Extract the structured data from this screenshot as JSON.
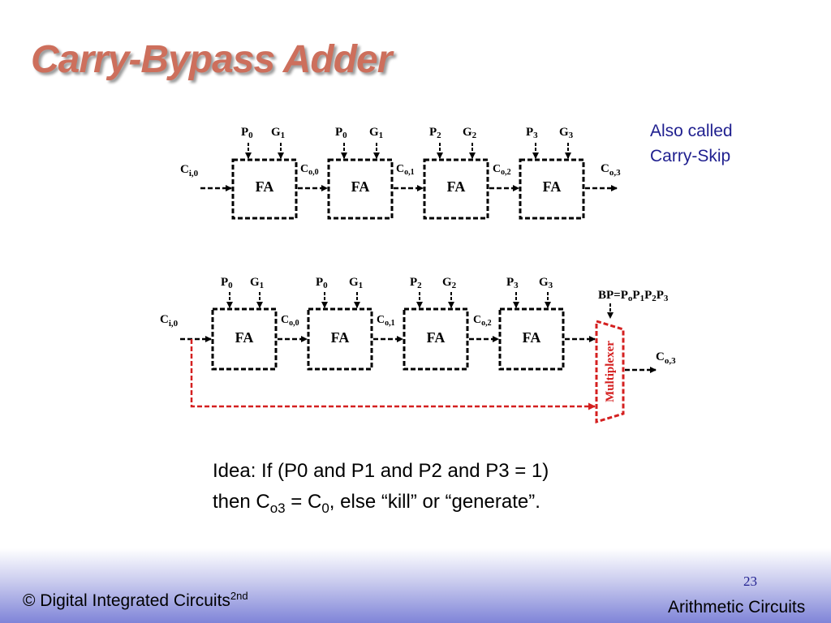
{
  "slide": {
    "title": "Carry-Bypass Adder",
    "note_line1": "Also called",
    "note_line2": "Carry-Skip"
  },
  "diagram": {
    "fa_label": "FA",
    "top_row": {
      "inputs": [
        {
          "p": "P",
          "p_sub": "0",
          "g": "G",
          "g_sub": "1"
        },
        {
          "p": "P",
          "p_sub": "0",
          "g": "G",
          "g_sub": "1"
        },
        {
          "p": "P",
          "p_sub": "2",
          "g": "G",
          "g_sub": "2"
        },
        {
          "p": "P",
          "p_sub": "3",
          "g": "G",
          "g_sub": "3"
        }
      ],
      "carry_in": {
        "main": "C",
        "sub": "i,0"
      },
      "carries": [
        {
          "main": "C",
          "sub": "o,0"
        },
        {
          "main": "C",
          "sub": "o,1"
        },
        {
          "main": "C",
          "sub": "o,2"
        }
      ],
      "carry_out": {
        "main": "C",
        "sub": "o,3"
      }
    },
    "bottom_row": {
      "inputs": [
        {
          "p": "P",
          "p_sub": "0",
          "g": "G",
          "g_sub": "1"
        },
        {
          "p": "P",
          "p_sub": "0",
          "g": "G",
          "g_sub": "1"
        },
        {
          "p": "P",
          "p_sub": "2",
          "g": "G",
          "g_sub": "2"
        },
        {
          "p": "P",
          "p_sub": "3",
          "g": "G",
          "g_sub": "3"
        }
      ],
      "carry_in": {
        "main": "C",
        "sub": "i,0"
      },
      "carries": [
        {
          "main": "C",
          "sub": "o,0"
        },
        {
          "main": "C",
          "sub": "o,1"
        },
        {
          "main": "C",
          "sub": "o,2"
        }
      ],
      "carry_out": {
        "main": "C",
        "sub": "o,3"
      },
      "bp": {
        "prefix": "BP=P",
        "s0": "o",
        "p1": "P",
        "s1": "1",
        "p2": "P",
        "s2": "2",
        "p3": "P",
        "s3": "3"
      },
      "mux_label": "Multiplexer"
    },
    "colors": {
      "bypass": "#d42020",
      "title": "#cd6f5c",
      "note": "#1f1f8f"
    }
  },
  "idea": {
    "line1": "Idea: If (P0 and P1 and P2 and P3 = 1)",
    "line2_a": "then C",
    "line2_sub1": "o3",
    "line2_b": " = C",
    "line2_sub2": "0",
    "line2_c": ", else “kill” or “generate”."
  },
  "footer": {
    "left": "© Digital Integrated Circuits",
    "left_sup": "2nd",
    "page": "23",
    "right": "Arithmetic Circuits"
  }
}
